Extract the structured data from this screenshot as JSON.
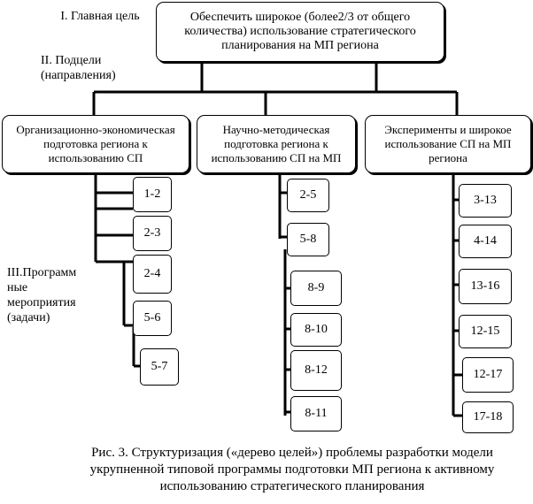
{
  "levels": {
    "main_goal": "I. Главная цель",
    "subgoals": "II. Подцели (направления)",
    "programs": "III.Программ ные мероприятия (задачи)"
  },
  "top_goal": "Обеспечить широкое (более2/3 от общего количества)  использование стратегического планирования на МП региона",
  "directions": [
    "Организационно-экономическая подготовка региона к использованию СП",
    "Научно-методическая подготовка региона к использованию СП на МП",
    "Эксперименты и широкое использование СП на МП региона"
  ],
  "tasks": {
    "left": [
      "1-2",
      "2-3",
      "2-4",
      "5-6",
      "5-7"
    ],
    "middle": [
      "2-5",
      "5-8",
      "8-9",
      "8-10",
      "8-12",
      "8-11"
    ],
    "right": [
      "3-13",
      "4-14",
      "13-16",
      "12-15",
      "12-17",
      "17-18"
    ]
  },
  "caption": "Рис. 3. Структуризация («дерево целей») проблемы разработки модели укрупненной типовой программы подготовки МП региона к активному использованию стратегического планирования"
}
